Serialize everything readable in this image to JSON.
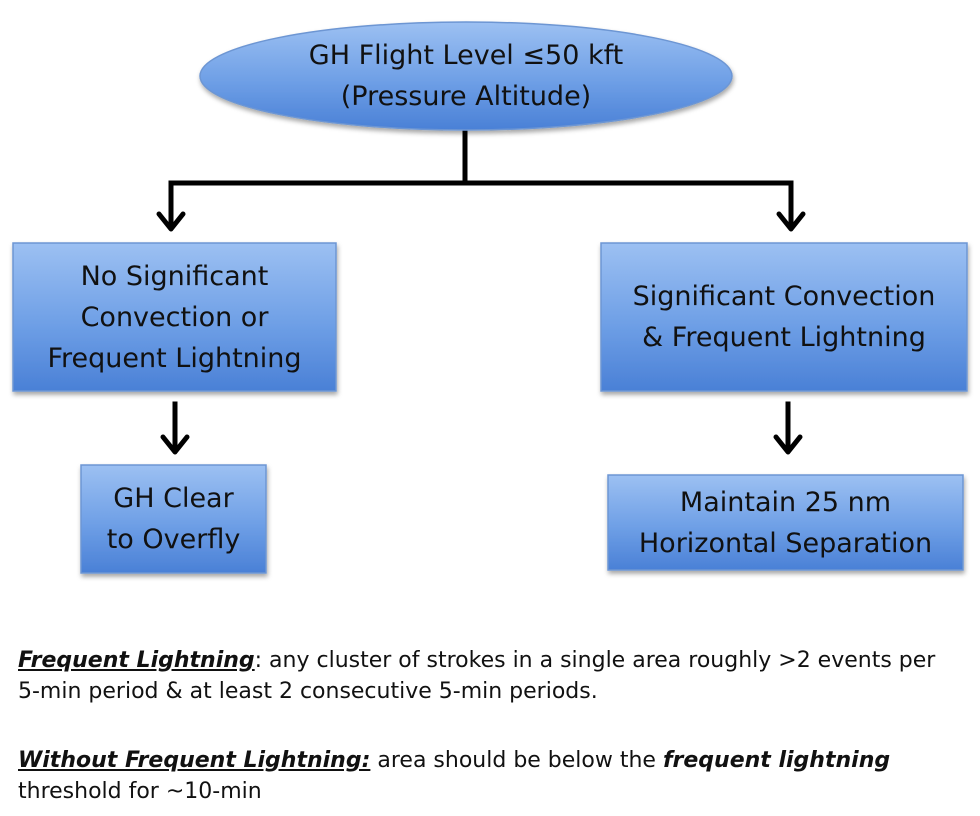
{
  "diagram": {
    "root": {
      "line1": "GH Flight Level ≤50 kft",
      "line2": "(Pressure Altitude)"
    },
    "left_branch": {
      "line1": "No Significant",
      "line2": "Convection or",
      "line3": "Frequent Lightning"
    },
    "right_branch": {
      "line1": "Significant Convection",
      "line2": "& Frequent Lightning"
    },
    "left_outcome": {
      "line1": "GH Clear",
      "line2": "to Overfly"
    },
    "right_outcome": {
      "line1": "Maintain 25 nm",
      "line2": "Horizontal Separation"
    },
    "colors": {
      "box_fill_top": "#8fb6ee",
      "box_fill_bottom": "#4e85d9",
      "box_border": "#6d96d3",
      "connector": "#000000"
    }
  },
  "notes": {
    "frequent": {
      "term": "Frequent Lightning",
      "text": ": any cluster of strokes in a single area roughly >2 events per 5-min period & at least 2 consecutive 5-min periods."
    },
    "without": {
      "term": "Without Frequent Lightning:",
      "text_before": " area should be below the ",
      "emphasis": "frequent lightning",
      "text_after": " threshold for ~10-min"
    }
  }
}
